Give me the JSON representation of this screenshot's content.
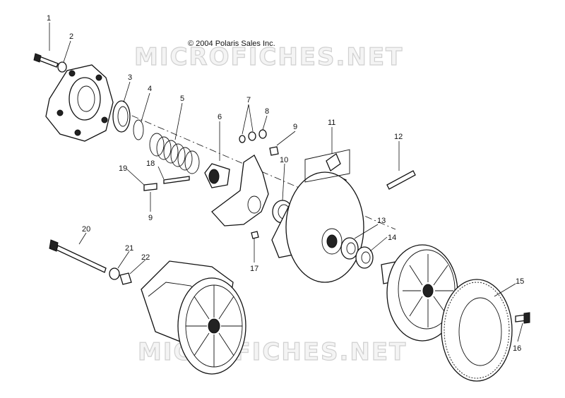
{
  "copyright": "© 2004 Polaris Sales Inc.",
  "watermark": "MICROFICHES.NET",
  "callouts": [
    {
      "id": "c1",
      "text": "1"
    },
    {
      "id": "c2",
      "text": "2"
    },
    {
      "id": "c3",
      "text": "3"
    },
    {
      "id": "c4",
      "text": "4"
    },
    {
      "id": "c5",
      "text": "5"
    },
    {
      "id": "c6",
      "text": "6"
    },
    {
      "id": "c7",
      "text": "7"
    },
    {
      "id": "c8",
      "text": "8"
    },
    {
      "id": "c9a",
      "text": "9"
    },
    {
      "id": "c9b",
      "text": "9"
    },
    {
      "id": "c10",
      "text": "10"
    },
    {
      "id": "c11",
      "text": "11"
    },
    {
      "id": "c12",
      "text": "12"
    },
    {
      "id": "c13",
      "text": "13"
    },
    {
      "id": "c14",
      "text": "14"
    },
    {
      "id": "c15",
      "text": "15"
    },
    {
      "id": "c16",
      "text": "16"
    },
    {
      "id": "c17",
      "text": "17"
    },
    {
      "id": "c18",
      "text": "18"
    },
    {
      "id": "c19",
      "text": "19"
    },
    {
      "id": "c20",
      "text": "20"
    },
    {
      "id": "c21",
      "text": "21"
    },
    {
      "id": "c22",
      "text": "22"
    }
  ]
}
